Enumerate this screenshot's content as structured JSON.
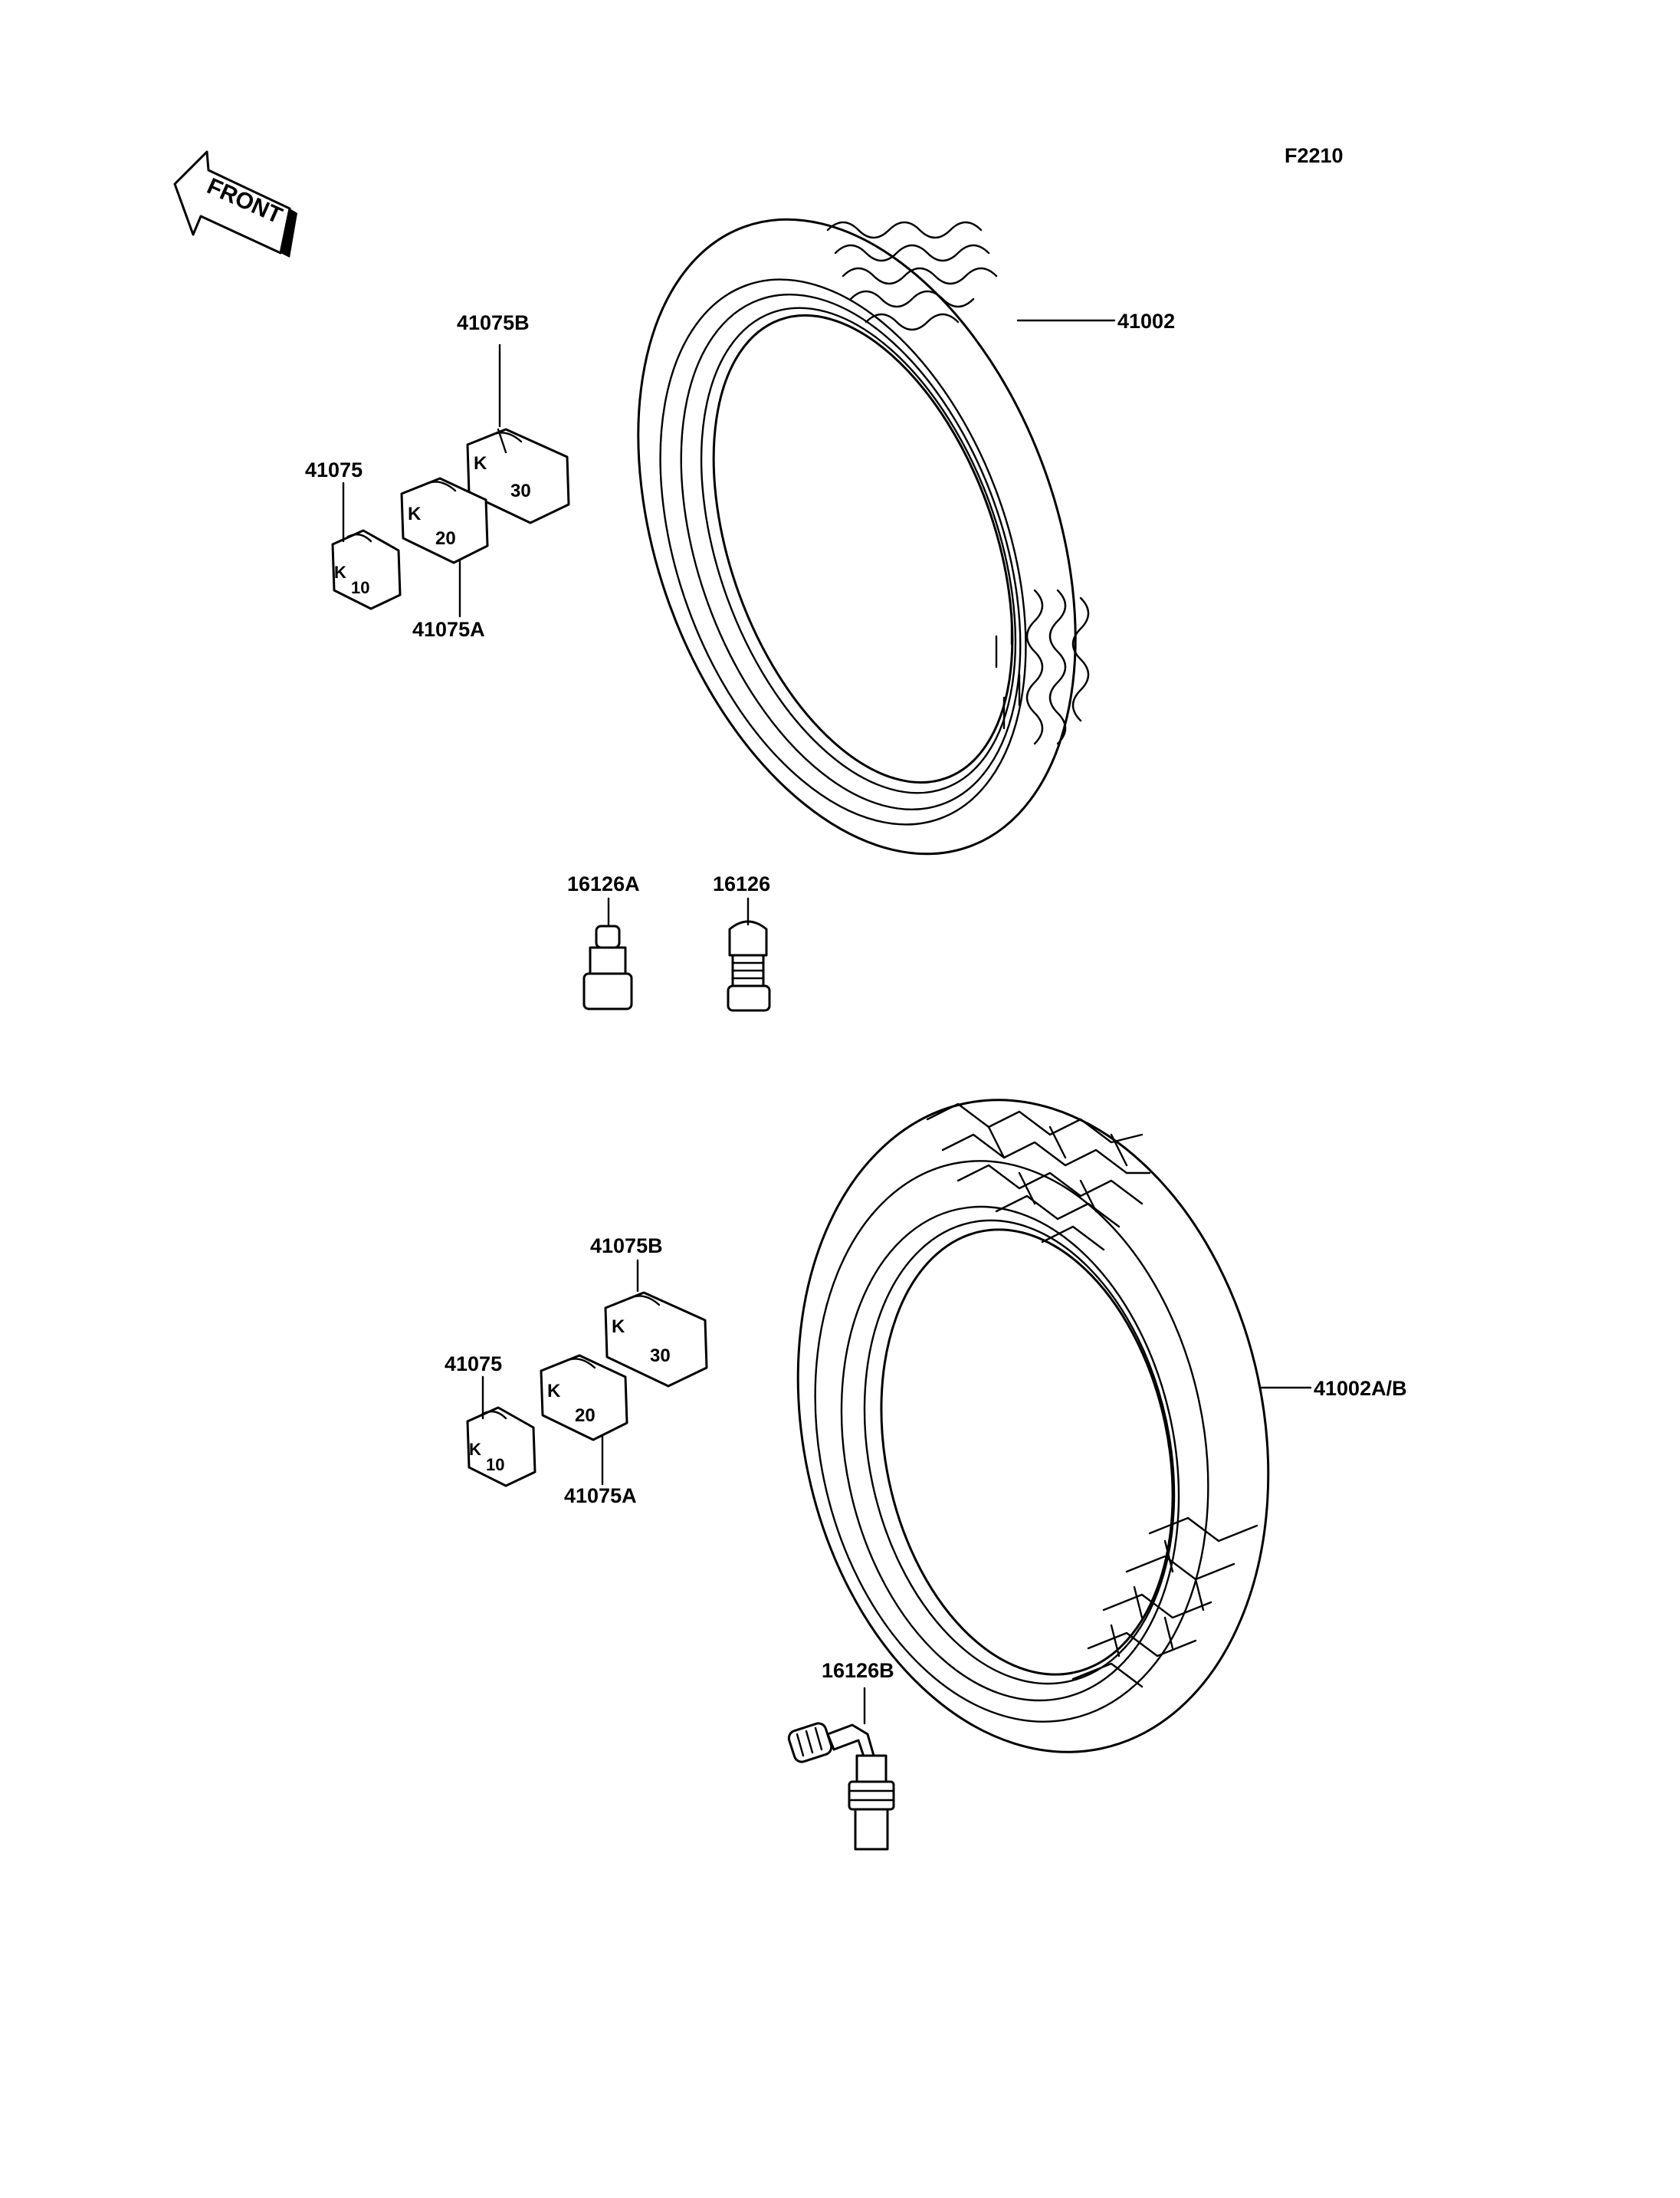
{
  "figure_code": "F2210",
  "front_arrow_label": "FRONT",
  "weight_marks": {
    "k": "K",
    "w10": "10",
    "w20": "20",
    "w30": "30"
  },
  "upper": {
    "tire": "41002",
    "weight_b": "41075B",
    "weight": "41075",
    "weight_a": "41075A",
    "valve_a": "16126A",
    "valve": "16126"
  },
  "lower": {
    "tire": "41002A/B",
    "weight_b": "41075B",
    "weight": "41075",
    "weight_a": "41075A",
    "valve_b": "16126B"
  }
}
